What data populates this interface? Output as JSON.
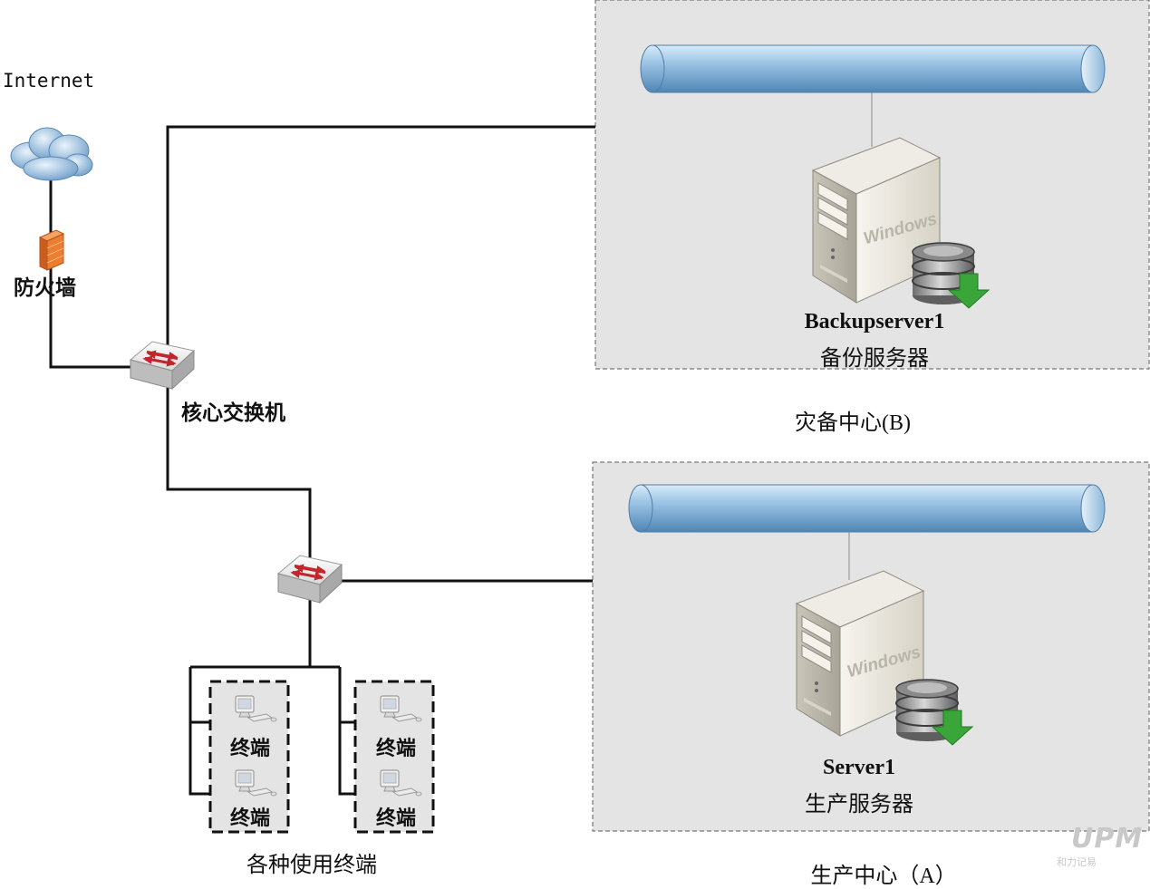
{
  "internet": {
    "label": "Internet"
  },
  "firewall": {
    "label": "防火墙"
  },
  "core_switch": {
    "label": "核心交换机"
  },
  "backup_center": {
    "server_name": "Backupserver1",
    "server_role": "备份服务器",
    "label": "灾备中心(B)",
    "os_text": "Windows"
  },
  "production_center": {
    "server_name": "Server1",
    "server_role": "生产服务器",
    "label": "生产中心（A）",
    "os_text": "Windows"
  },
  "terminals": {
    "group_label": "各种使用终端",
    "items": [
      {
        "label": "终端"
      },
      {
        "label": "终端"
      },
      {
        "label": "终端"
      },
      {
        "label": "终端"
      }
    ]
  },
  "watermark": {
    "logo": "UPM",
    "text": "和力记易"
  },
  "colors": {
    "line": "#111111",
    "zone_fill": "#e4e4e4",
    "zone_border": "#777777",
    "pipe": "#8fb8dc",
    "firewall": "#e8782a",
    "arrow": "#3aa63a"
  }
}
